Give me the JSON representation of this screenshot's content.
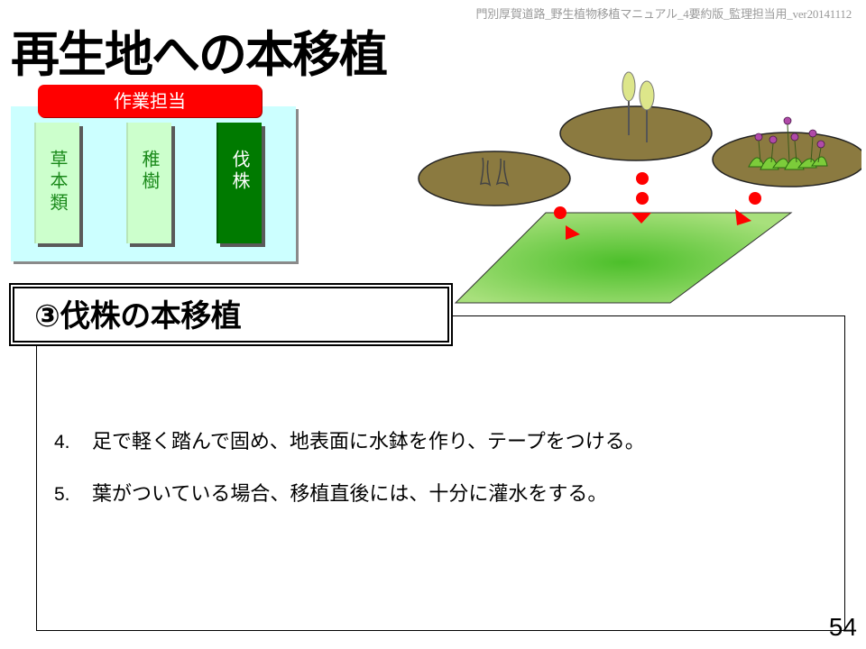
{
  "header": {
    "doc_id": "門別厚賀道路_野生植物移植マニュアル_4要約版_監理担当用_ver20141112"
  },
  "title": "再生地への本移植",
  "roles": {
    "header": "作業担当",
    "items": [
      {
        "label": "草本類",
        "active": false
      },
      {
        "label": "稚樹",
        "active": false
      },
      {
        "label": "伐株",
        "active": true
      }
    ]
  },
  "section": {
    "title": "③伐株の本移植"
  },
  "steps": [
    {
      "num": "4.",
      "text": "足で軽く踏んで固め、地表面に水鉢を作り、テープをつける。"
    },
    {
      "num": "5.",
      "text": "葉がついている場合、移植直後には、十分に灌水をする。"
    }
  ],
  "page_number": "54",
  "colors": {
    "role_header": "#ff0000",
    "role_panel": "#ccffff",
    "role_card": "#ccffcc",
    "role_card_active": "#007a00",
    "ground": "#8b7a40",
    "plot": "#66cc33",
    "marker": "#ff0000"
  }
}
